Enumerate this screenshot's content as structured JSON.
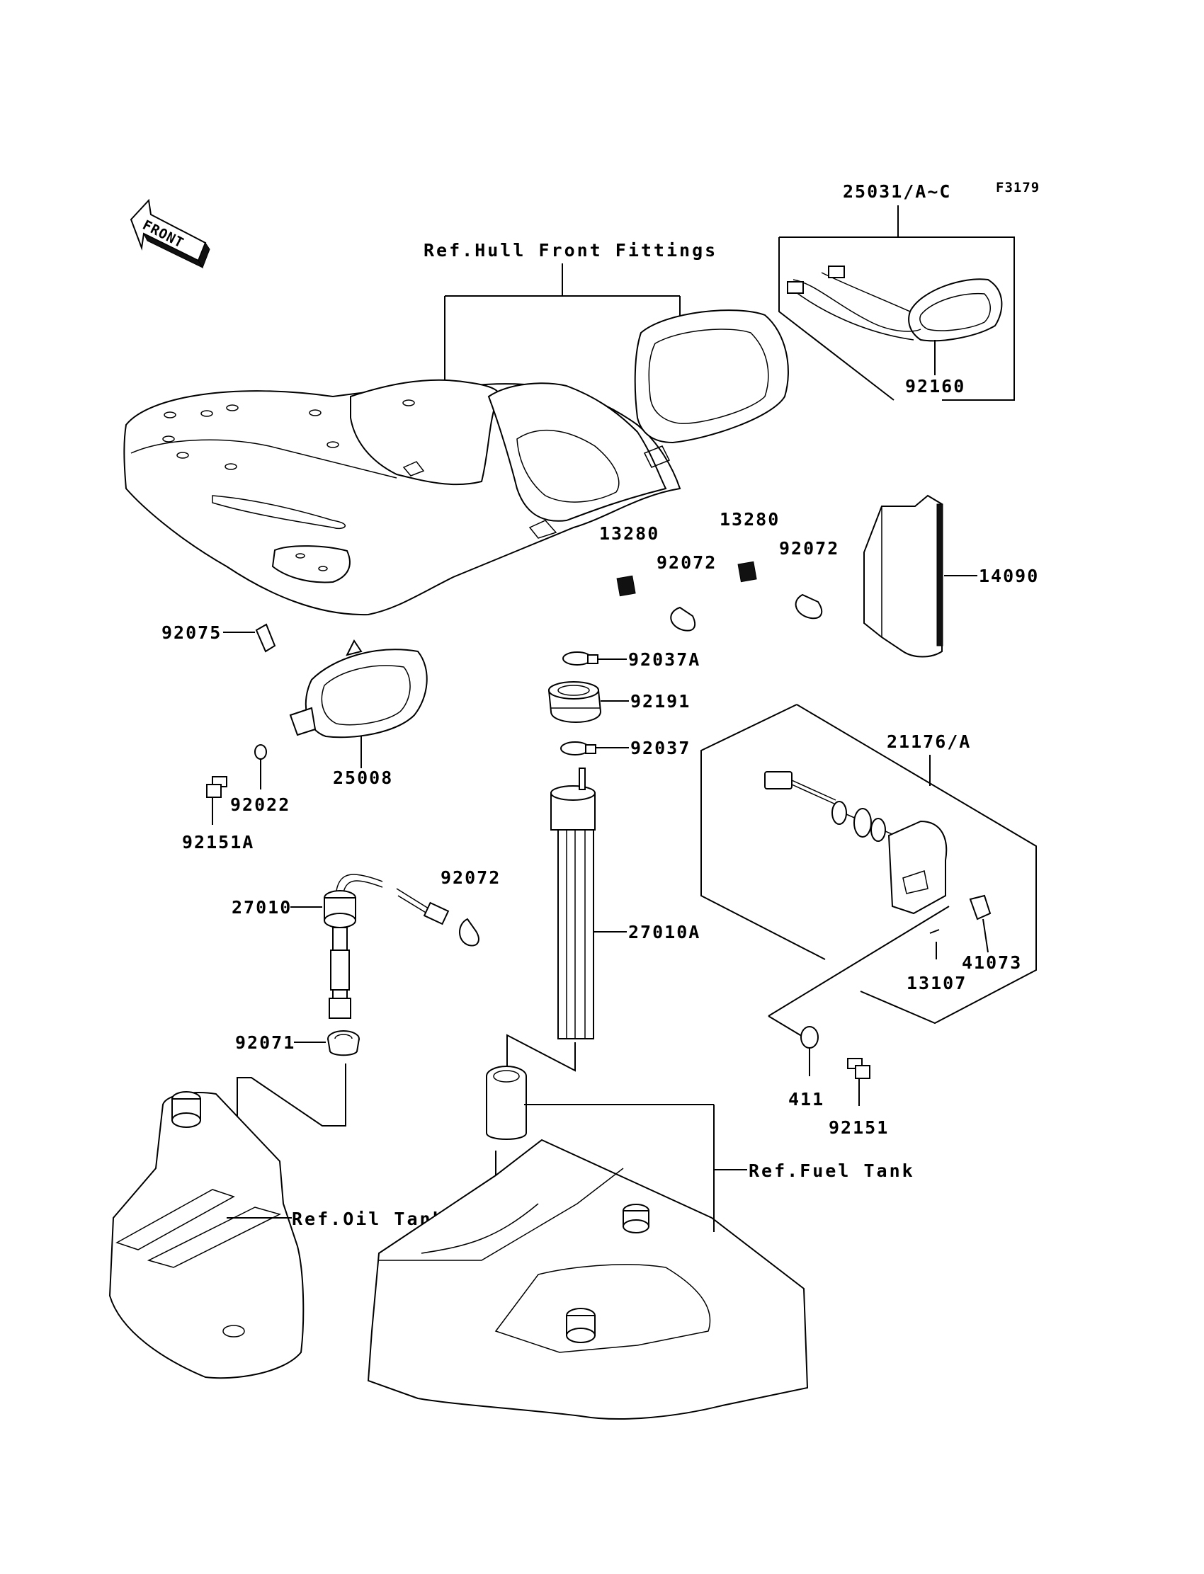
{
  "figure_code": "F3179",
  "front_arrow_label": "FRONT",
  "reference_labels": {
    "hull_front_fittings": "Ref.Hull Front Fittings",
    "fuel_tank": "Ref.Fuel Tank",
    "oil_tank": "Ref.Oil Tank"
  },
  "part_numbers": {
    "meter_assy": "25031/A~C",
    "meter_gasket": "92160",
    "bracket_cover": "14090",
    "label_left": "13280",
    "label_right": "13280",
    "band_left": "92072",
    "band_right": "92072",
    "band_lower": "92072",
    "clamp_a": "92037A",
    "grommet": "92191",
    "clamp": "92037",
    "collar": "92075",
    "bracket": "25008",
    "washer": "92022",
    "bolt_a": "92151A",
    "sensor_assy": "21176/A",
    "clip": "41073",
    "pin": "13107",
    "washer_411": "411",
    "bolt": "92151",
    "oil_gauge": "27010",
    "fuel_gauge": "27010A",
    "oil_seal": "92071"
  }
}
